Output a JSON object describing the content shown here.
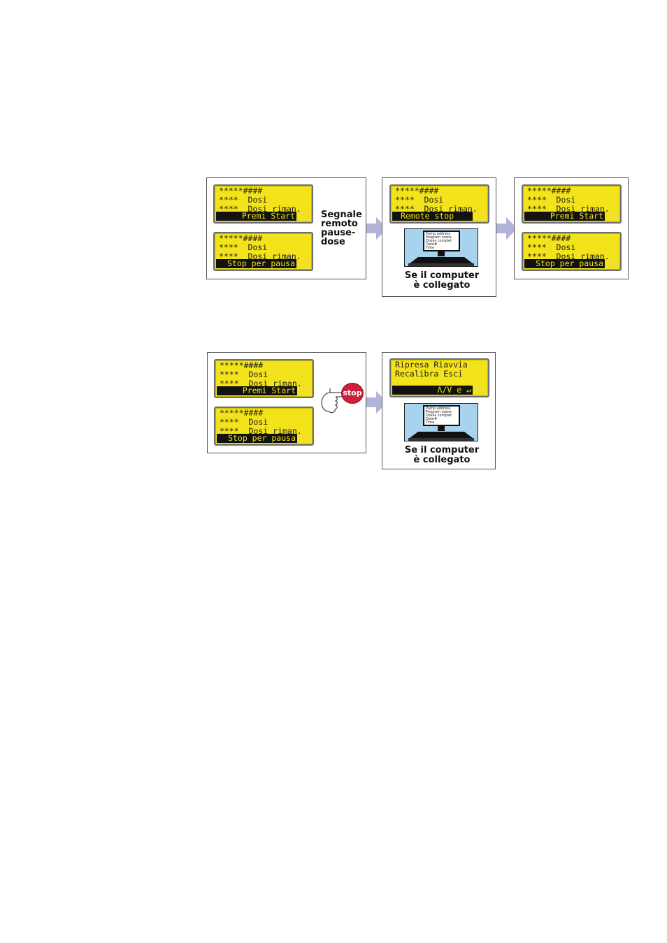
{
  "colors": {
    "lcd": "#f2e31a",
    "arrow": "#b1b3d8",
    "stop": "#cf1f3c",
    "computer_bg": "#a7d3ee"
  },
  "diagram1": {
    "lcd_a": {
      "line1": "*****####",
      "line2": "****  Dosi",
      "line3": "****  Dosi riman.",
      "bar": "Premi Start"
    },
    "lcd_b": {
      "line1": "*****####",
      "line2": "****  Dosi",
      "line3": "****  Dosi riman.",
      "bar": "Stop per pausa"
    },
    "label": [
      "Segnale",
      "remoto",
      "pause-",
      "dose"
    ],
    "lcd_c": {
      "line1": "*****####",
      "line2": "****  Dosi",
      "line3": "****  Dosi riman.",
      "bar": "Remote stop"
    },
    "computer": {
      "screen_lines": [
        "Pump address",
        "Program name",
        "Doses complet",
        "Date#",
        "Time"
      ]
    },
    "caption": [
      "Se il computer",
      "è collegato"
    ],
    "lcd_d": {
      "line1": "*****####",
      "line2": "****  Dosi",
      "line3": "****  Dosi riman.",
      "bar": "Premi Start"
    },
    "lcd_e": {
      "line1": "*****####",
      "line2": "****  Dosi",
      "line3": "****  Dosi riman.",
      "bar": "Stop per pausa"
    }
  },
  "diagram2": {
    "lcd_a": {
      "line1": "*****####",
      "line2": "****  Dosi",
      "line3": "****  Dosi riman.",
      "bar": "Premi Start"
    },
    "lcd_b": {
      "line1": "*****####",
      "line2": "****  Dosi",
      "line3": "****  Dosi riman.",
      "bar": "Stop per pausa"
    },
    "stop_label": "stop",
    "lcd_menu": {
      "line1": "Ripresa Riavvia",
      "line2": "Recalibra Esci",
      "bar": "Λ/V e ↵"
    },
    "computer": {
      "screen_lines": [
        "Pump address",
        "Program name",
        "Doses complet",
        "Date#",
        "Time"
      ]
    },
    "caption": [
      "Se il computer",
      "è collegato"
    ]
  }
}
